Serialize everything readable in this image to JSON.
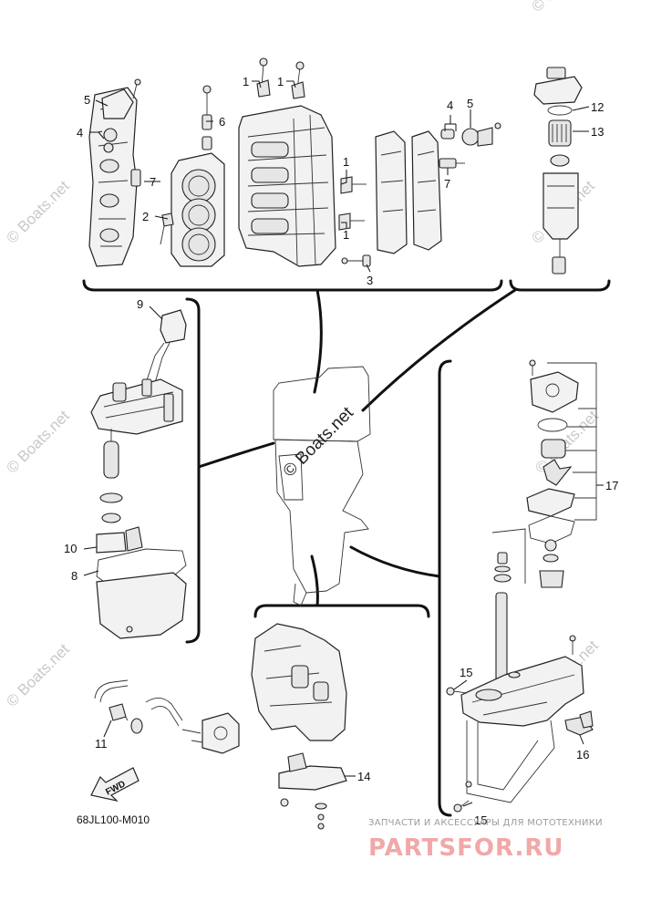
{
  "diagram_code": "68JL100-M010",
  "callouts": {
    "c1a": "1",
    "c1b": "1",
    "c1c": "1",
    "c1d": "1",
    "c2": "2",
    "c3": "3",
    "c4a": "4",
    "c4b": "4",
    "c5a": "5",
    "c5b": "5",
    "c6": "6",
    "c7a": "7",
    "c7b": "7",
    "c8": "8",
    "c9": "9",
    "c10": "10",
    "c11": "11",
    "c12": "12",
    "c13": "13",
    "c14": "14",
    "c15a": "15",
    "c15b": "15",
    "c16": "16",
    "c17": "17"
  },
  "fwd_label": "FWD",
  "watermarks": {
    "center": "© Boats.net",
    "faint": "© Boats.net"
  },
  "shop": {
    "tagline": "ЗАПЧАСТИ И АКСЕССУАРЫ ДЛЯ МОТОТЕХНИКИ",
    "logo": "PARTSFOR.RU"
  },
  "colors": {
    "line": "#111111",
    "part_fill": "#f2f2f2",
    "watermark": "#c8c8c8",
    "shop_logo": "#f0a8a8"
  }
}
